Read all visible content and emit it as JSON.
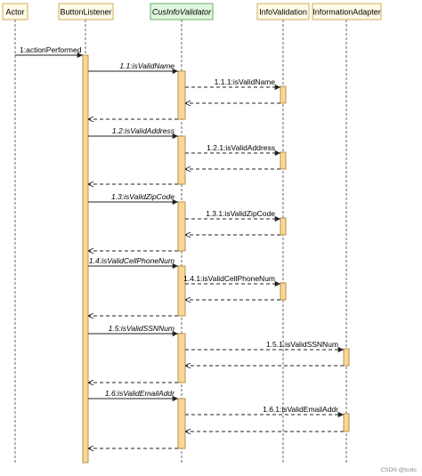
{
  "colors": {
    "header_fill": "#fffbe6",
    "header_border": "#c8a64a",
    "highlight_header_fill": "#dff7dc",
    "highlight_header_border": "#5aa35a",
    "activation_fill": "#f8d899",
    "activation_border": "#b08a3c",
    "lifeline": "#444444",
    "arrow": "#222222"
  },
  "participants": [
    {
      "id": "actor",
      "label": "Actor",
      "italic": false,
      "highlight": false
    },
    {
      "id": "button-listener",
      "label": "ButtonListener",
      "italic": false,
      "highlight": false
    },
    {
      "id": "cus-info-validator",
      "label": "CusInfoValidator",
      "italic": true,
      "highlight": true
    },
    {
      "id": "info-validation",
      "label": "InfoValidation",
      "italic": false,
      "highlight": false
    },
    {
      "id": "information-adapter",
      "label": "InformationAdapter",
      "italic": false,
      "highlight": false
    }
  ],
  "messages": [
    {
      "label": "1:actionPerformed",
      "from": "actor",
      "to": "button-listener",
      "kind": "sync",
      "italic": false
    },
    {
      "label": "1.1:isValidName",
      "from": "button-listener",
      "to": "cus-info-validator",
      "kind": "sync",
      "italic": true
    },
    {
      "label": "1.1.1:isValidName",
      "from": "cus-info-validator",
      "to": "info-validation",
      "kind": "dashed",
      "italic": false
    },
    {
      "label": "",
      "from": "info-validation",
      "to": "cus-info-validator",
      "kind": "return",
      "italic": false
    },
    {
      "label": "",
      "from": "cus-info-validator",
      "to": "button-listener",
      "kind": "return",
      "italic": false
    },
    {
      "label": "1.2:isValidAddress",
      "from": "button-listener",
      "to": "cus-info-validator",
      "kind": "sync",
      "italic": true
    },
    {
      "label": "1.2.1:isValidAddress",
      "from": "cus-info-validator",
      "to": "info-validation",
      "kind": "dashed",
      "italic": false
    },
    {
      "label": "",
      "from": "info-validation",
      "to": "cus-info-validator",
      "kind": "return",
      "italic": false
    },
    {
      "label": "",
      "from": "cus-info-validator",
      "to": "button-listener",
      "kind": "return",
      "italic": false
    },
    {
      "label": "1.3:isValidZipCode",
      "from": "button-listener",
      "to": "cus-info-validator",
      "kind": "sync",
      "italic": true
    },
    {
      "label": "1.3.1:isValidZipCode",
      "from": "cus-info-validator",
      "to": "info-validation",
      "kind": "dashed",
      "italic": false
    },
    {
      "label": "",
      "from": "info-validation",
      "to": "cus-info-validator",
      "kind": "return",
      "italic": false
    },
    {
      "label": "",
      "from": "cus-info-validator",
      "to": "button-listener",
      "kind": "return",
      "italic": false
    },
    {
      "label": "1.4:isValidCellPhoneNum",
      "from": "button-listener",
      "to": "cus-info-validator",
      "kind": "sync",
      "italic": true
    },
    {
      "label": "1.4.1:isValidCellPhoneNum",
      "from": "cus-info-validator",
      "to": "info-validation",
      "kind": "dashed",
      "italic": false
    },
    {
      "label": "",
      "from": "info-validation",
      "to": "cus-info-validator",
      "kind": "return",
      "italic": false
    },
    {
      "label": "",
      "from": "cus-info-validator",
      "to": "button-listener",
      "kind": "return",
      "italic": false
    },
    {
      "label": "1.5:isValidSSNNum",
      "from": "button-listener",
      "to": "cus-info-validator",
      "kind": "sync",
      "italic": true
    },
    {
      "label": "1.5.1:isValidSSNNum",
      "from": "cus-info-validator",
      "to": "information-adapter",
      "kind": "dashed",
      "italic": false
    },
    {
      "label": "",
      "from": "information-adapter",
      "to": "cus-info-validator",
      "kind": "return",
      "italic": false
    },
    {
      "label": "",
      "from": "cus-info-validator",
      "to": "button-listener",
      "kind": "return",
      "italic": false
    },
    {
      "label": "1.6:isValidEmailAddr",
      "from": "button-listener",
      "to": "cus-info-validator",
      "kind": "sync",
      "italic": true
    },
    {
      "label": "1.6.1:isValidEmailAddr",
      "from": "cus-info-validator",
      "to": "information-adapter",
      "kind": "dashed",
      "italic": false
    },
    {
      "label": "",
      "from": "information-adapter",
      "to": "cus-info-validator",
      "kind": "return",
      "italic": false
    },
    {
      "label": "",
      "from": "cus-info-validator",
      "to": "button-listener",
      "kind": "return",
      "italic": false
    }
  ],
  "watermark": "CSDN @tcotc"
}
